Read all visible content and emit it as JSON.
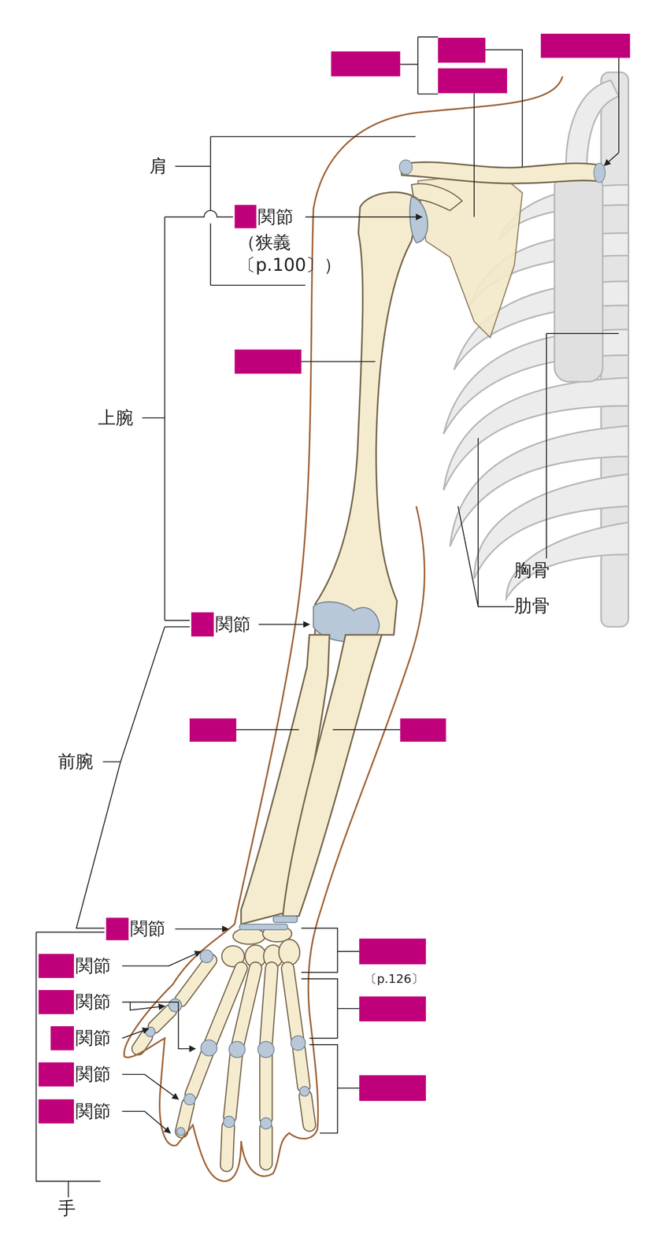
{
  "diagram": {
    "labels": [
      "肩",
      "関節",
      "（狭義 〔p.100〕）",
      "上腕",
      "関節",
      "胸骨",
      "肋骨",
      "前腕",
      "関節",
      "関節",
      "関節",
      "関節",
      "関節",
      "関節",
      "〔p.126〕",
      "手"
    ]
  }
}
